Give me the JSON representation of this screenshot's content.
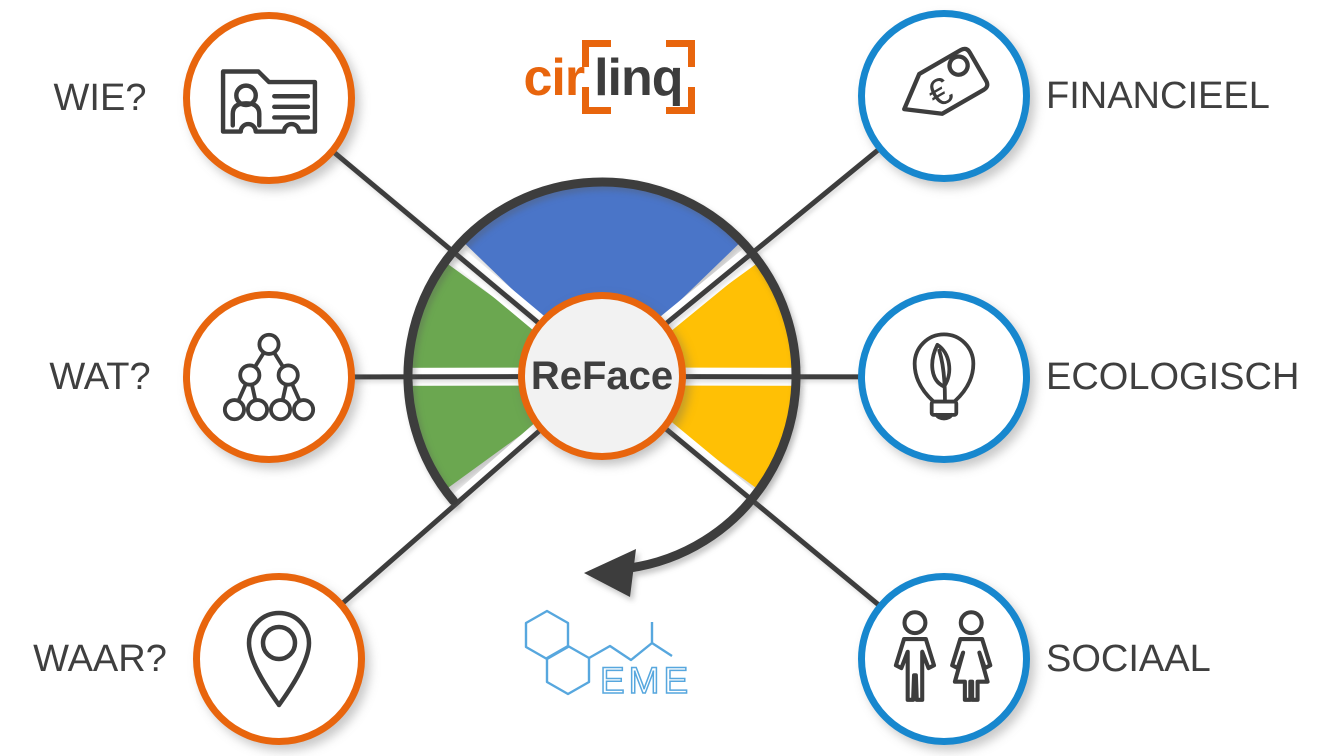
{
  "brand": {
    "name": "cirlinq",
    "logo_part1": "cir",
    "logo_part2": "linq"
  },
  "hub": {
    "label": "ReFace"
  },
  "left_nodes": [
    {
      "label": "WIE?",
      "icon": "id-card-icon"
    },
    {
      "label": "WAT?",
      "icon": "hierarchy-tree-icon"
    },
    {
      "label": "WAAR?",
      "icon": "location-pin-icon"
    }
  ],
  "right_nodes": [
    {
      "label": "FINANCIEEL",
      "icon": "euro-price-tag-icon"
    },
    {
      "label": "ECOLOGISCH",
      "icon": "eco-lightbulb-icon"
    },
    {
      "label": "SOCIAAL",
      "icon": "man-woman-icon"
    }
  ],
  "icon_glyphs": {
    "euro_symbol": "€"
  },
  "bottom_logo": {
    "label": "EME"
  },
  "colors": {
    "orange": "#E8650D",
    "blue-ring": "#1787CE",
    "wedge-blue": "#4A75C8",
    "wedge-green": "#6BA750",
    "wedge-yellow": "#FFC005",
    "line": "#3D3D3D",
    "text": "#3F3F3F",
    "hub-fill": "#F2F2F2",
    "eme-blue": "#57A7DE"
  }
}
